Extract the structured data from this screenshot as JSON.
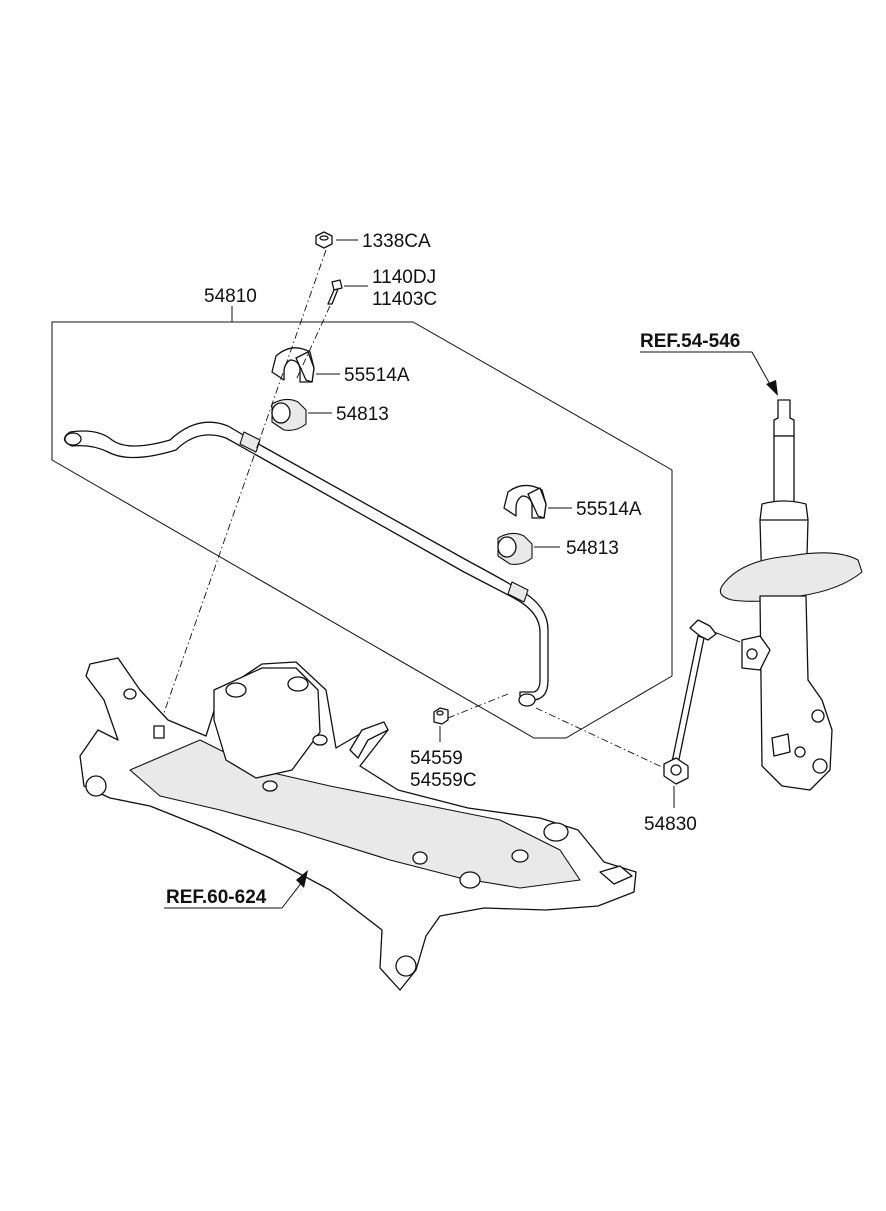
{
  "labels": {
    "nut_top": "1338CA",
    "bolt_a": "1140DJ",
    "bolt_b": "11403C",
    "stabilizer_bar": "54810",
    "bracket_upper": "55514A",
    "bushing_upper": "54813",
    "bracket_lower": "55514A",
    "bushing_lower": "54813",
    "nut_link_a": "54559",
    "nut_link_b": "54559C",
    "stabilizer_link": "54830",
    "ref_strut": "REF.54-546",
    "ref_crossmember": "REF.60-624"
  }
}
